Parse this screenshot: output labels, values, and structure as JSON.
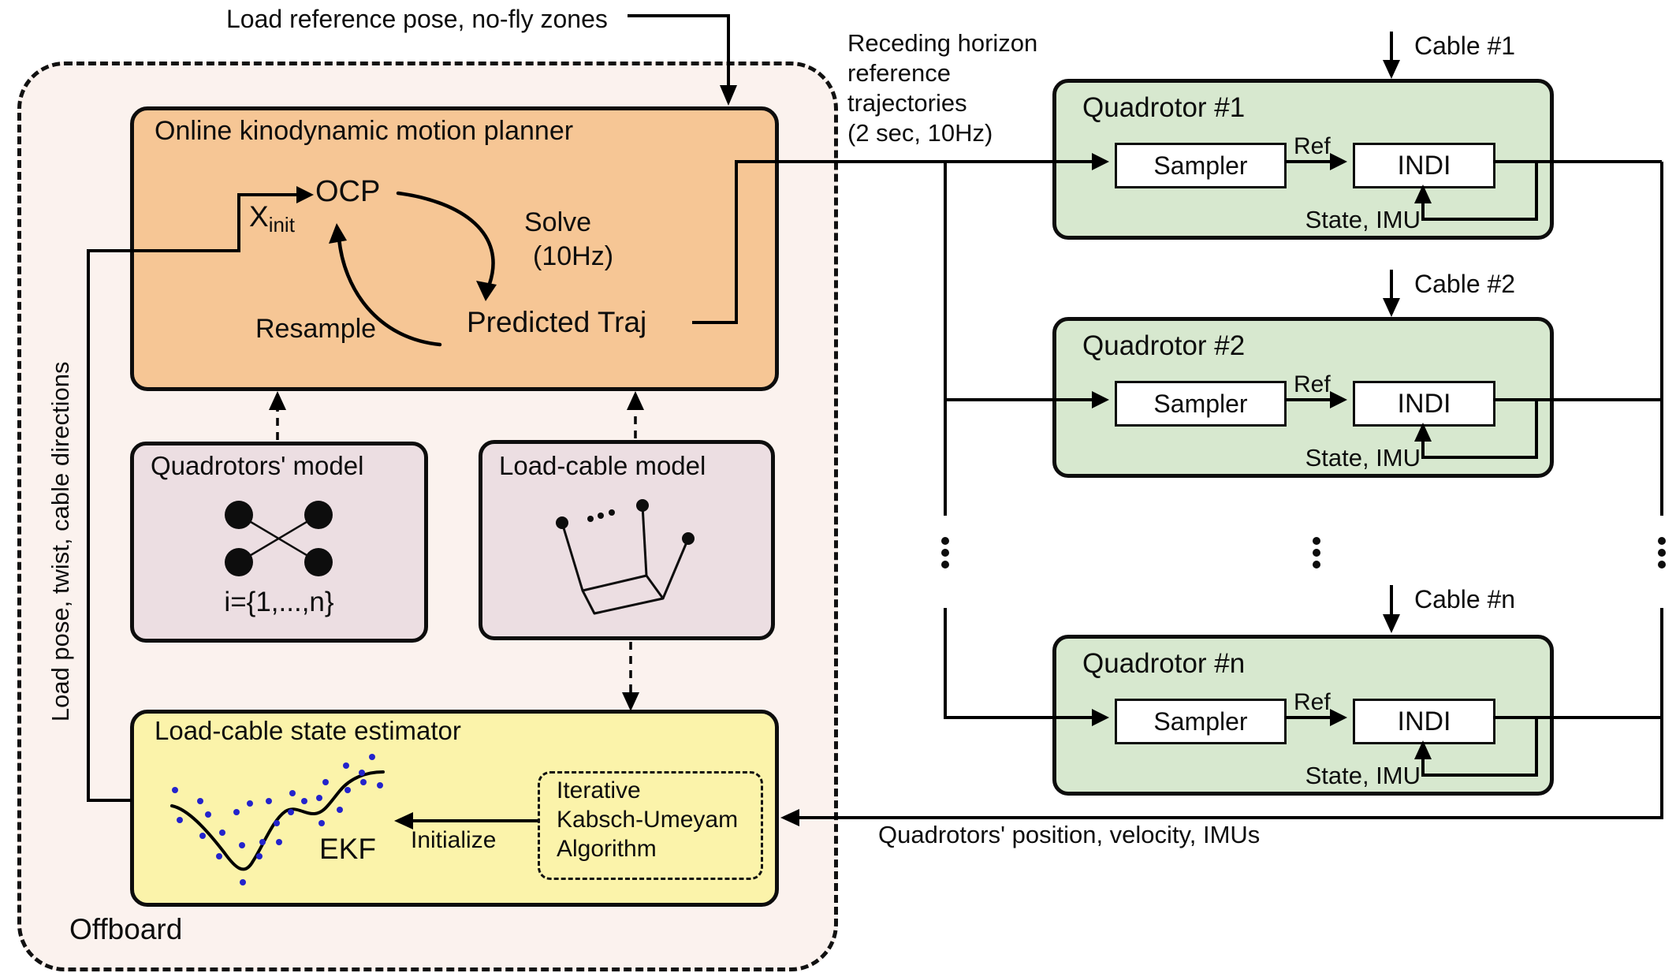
{
  "diagram": {
    "top_label": "Load reference pose, no-fly zones",
    "receding_lines": [
      "Receding horizon",
      "reference",
      "trajectories",
      "(2 sec, 10Hz)"
    ],
    "offboard_label": "Offboard",
    "left_vertical_label": "Load pose, twist, cable directions",
    "bottom_bus_label": "Quadrotors' position, velocity, IMUs",
    "planner": {
      "title": "Online kinodynamic motion planner",
      "ocp": "OCP",
      "x_init_base": "X",
      "x_init_sub": "init",
      "solve_line1": "Solve",
      "solve_line2": "(10Hz)",
      "predicted": "Predicted Traj",
      "resample": "Resample"
    },
    "quad_model": {
      "title": "Quadrotors' model",
      "index_set": "i={1,...,n}"
    },
    "cable_model": {
      "title": "Load-cable model"
    },
    "estimator": {
      "title": "Load-cable state estimator",
      "ekf": "EKF",
      "initialize": "Initialize",
      "kabsch_lines": [
        "Iterative",
        "Kabsch-Umeyam",
        "Algorithm"
      ]
    },
    "quadrotors": [
      {
        "title": "Quadrotor #1",
        "cable": "Cable #1",
        "sampler": "Sampler",
        "ref": "Ref",
        "indi": "INDI",
        "state": "State, IMU"
      },
      {
        "title": "Quadrotor #2",
        "cable": "Cable #2",
        "sampler": "Sampler",
        "ref": "Ref",
        "indi": "INDI",
        "state": "State, IMU"
      },
      {
        "title": "Quadrotor #n",
        "cable": "Cable #n",
        "sampler": "Sampler",
        "ref": "Ref",
        "indi": "INDI",
        "state": "State, IMU"
      }
    ],
    "colors": {
      "offboard_bg": "#fbf2ee",
      "planner_bg": "#f6c695",
      "model_bg": "#ecdee2",
      "estimator_bg": "#fbf3aa",
      "quadrotor_bg": "#d7e8cf",
      "line": "#000000",
      "ekf_dots": "#2323cc"
    }
  }
}
